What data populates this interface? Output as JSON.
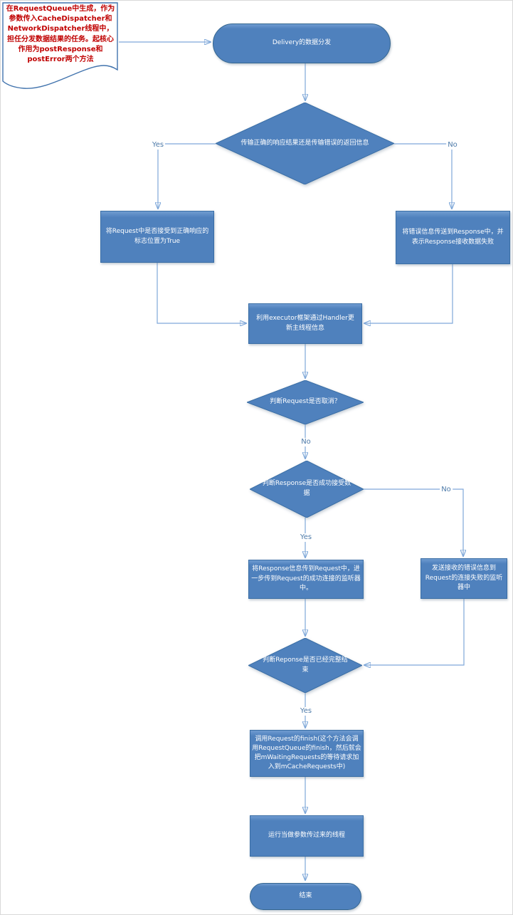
{
  "diagram": {
    "note": {
      "text": "在RequestQueue中生成，作为参数传入CacheDispatcher和NetworkDispatcher线程中，担任分发数据结果的任务。起核心作用为postResponse和postError两个方法"
    },
    "nodes": {
      "start": {
        "type": "terminator",
        "label": "Delivery的数据分发"
      },
      "decision_transfer": {
        "type": "decision",
        "label": "传输正确的响应结果还是传输错误的返回信息"
      },
      "set_flag_true": {
        "type": "process",
        "label": "将Request中是否接受到正确响应的标志位置为True"
      },
      "pass_error": {
        "type": "process",
        "label": "将错误信息传送到Response中，并表示Response接收数据失败"
      },
      "executor_handler": {
        "type": "process",
        "label": "利用executor框架通过Handler更新主线程信息"
      },
      "decision_cancelled": {
        "type": "decision",
        "label": "判断Request是否取消？"
      },
      "decision_received": {
        "type": "decision",
        "label": "判断Response是否成功接受数据"
      },
      "pass_response": {
        "type": "process",
        "label": "将Response信息传到Request中，进一步传到Request的成功连接的监听器中。"
      },
      "send_error": {
        "type": "process",
        "label": "发送接收的错误信息到Request的连接失败的监听器中"
      },
      "decision_complete": {
        "type": "decision",
        "label": "判断Reponse是否已经完整结束"
      },
      "call_finish": {
        "type": "process",
        "label": "调用Request的finish(这个方法会调用RequestQueue的finish，然后就会把mWaitingRequests的等待请求加入到mCacheRequests中)"
      },
      "run_thread": {
        "type": "process",
        "label": "运行当做参数传过来的线程"
      },
      "end": {
        "type": "terminator",
        "label": "结束"
      }
    },
    "edge_labels": {
      "transfer_yes": "Yes",
      "transfer_no": "No",
      "cancelled_no": "No",
      "received_yes": "Yes",
      "received_no": "No",
      "complete_yes": "Yes"
    },
    "colors": {
      "shape_fill": "#4F81BD",
      "shape_border": "#3A6EA5",
      "connector": "#7FA8D9",
      "arrowhead": "#4F81BD",
      "edge_label_text": "#4D7AA9",
      "note_border": "#4173AD",
      "note_text": "#C00000",
      "shape_text": "#FFFFFF"
    }
  }
}
